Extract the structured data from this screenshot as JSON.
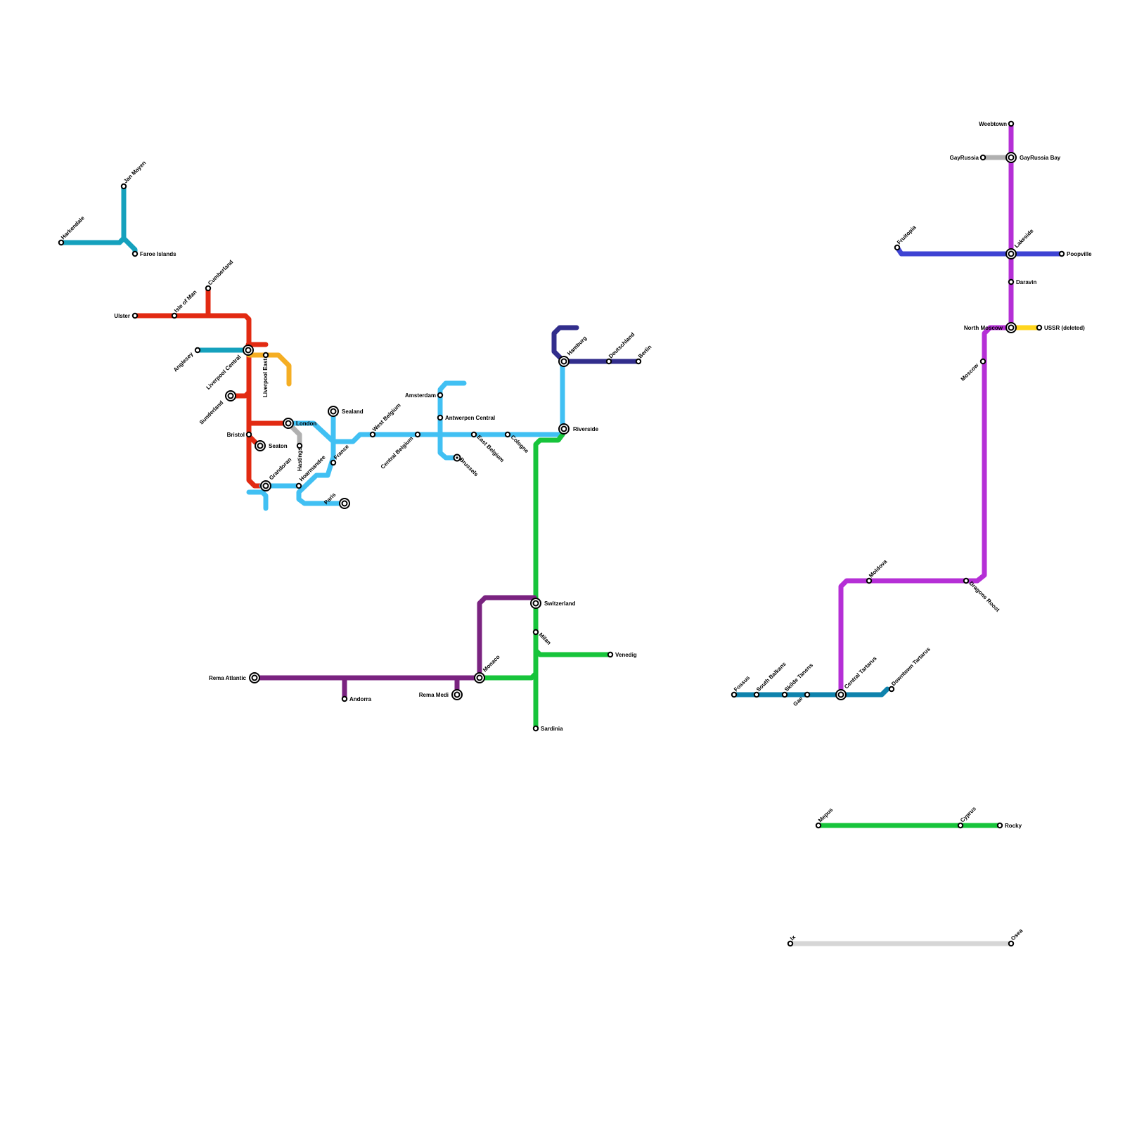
{
  "map": {
    "colors": {
      "red": "#e22a12",
      "teal": "#15a1bd",
      "orange": "#f5ae23",
      "grey": "#b0b0b0",
      "lightblue": "#41c0f3",
      "navy": "#322e8c",
      "green": "#17c43b",
      "purple": "#7a2380",
      "magenta": "#b52fd6",
      "blue": "#3e43d3",
      "yellow": "#ffd51e",
      "steel": "#0f83ad",
      "lightgrey": "#d6d6d6",
      "brown": "#a07040"
    },
    "lines": [
      {
        "color": "teal",
        "icon": "line-teal-north"
      },
      {
        "color": "red",
        "icon": "line-red"
      },
      {
        "color": "teal",
        "icon": "line-teal-anglesey"
      },
      {
        "color": "orange",
        "icon": "line-orange"
      },
      {
        "color": "grey",
        "icon": "line-grey-hastings"
      },
      {
        "color": "lightblue",
        "icon": "line-lightblue"
      },
      {
        "color": "navy",
        "icon": "line-navy"
      },
      {
        "color": "green",
        "icon": "line-green-italy"
      },
      {
        "color": "purple",
        "icon": "line-purple"
      },
      {
        "color": "magenta",
        "icon": "line-magenta"
      },
      {
        "color": "grey",
        "icon": "line-grey-gayrussia"
      },
      {
        "color": "blue",
        "icon": "line-blue"
      },
      {
        "color": "yellow",
        "icon": "line-yellow"
      },
      {
        "color": "steel",
        "icon": "line-steel"
      },
      {
        "color": "green",
        "icon": "line-green-cyprus"
      },
      {
        "color": "lightgrey",
        "icon": "line-lightgrey"
      }
    ],
    "stations": [
      {
        "name": "Harkendale"
      },
      {
        "name": "Jan Mayen"
      },
      {
        "name": "Faroe Islands"
      },
      {
        "name": "Ulster"
      },
      {
        "name": "Isle of Man"
      },
      {
        "name": "Cumberland"
      },
      {
        "name": "Anglesey"
      },
      {
        "name": "Liverpool Central"
      },
      {
        "name": "Liverpool East"
      },
      {
        "name": "Sunderland"
      },
      {
        "name": "London"
      },
      {
        "name": "Bristol"
      },
      {
        "name": "Seaton"
      },
      {
        "name": "Hastings"
      },
      {
        "name": "Grandoran"
      },
      {
        "name": "Hoarmandee"
      },
      {
        "name": "Sealand"
      },
      {
        "name": "France"
      },
      {
        "name": "Paris"
      },
      {
        "name": "West Belgium"
      },
      {
        "name": "Central Belgium"
      },
      {
        "name": "Amsterdam"
      },
      {
        "name": "Antwerpen Central"
      },
      {
        "name": "Brussels"
      },
      {
        "name": "East Belgium"
      },
      {
        "name": "Cologne"
      },
      {
        "name": "Riverside"
      },
      {
        "name": "Hamburg"
      },
      {
        "name": "Deutschland"
      },
      {
        "name": "Berlin"
      },
      {
        "name": "Switzerland"
      },
      {
        "name": "Milan"
      },
      {
        "name": "Venedig"
      },
      {
        "name": "Sardinia"
      },
      {
        "name": "Monaco"
      },
      {
        "name": "Rema Medi"
      },
      {
        "name": "Rema Atlantic"
      },
      {
        "name": "Andorra"
      },
      {
        "name": "Weebtown"
      },
      {
        "name": "GayRussia"
      },
      {
        "name": "GayRussia Bay"
      },
      {
        "name": "Fruitopia"
      },
      {
        "name": "Lakeside"
      },
      {
        "name": "Poopville"
      },
      {
        "name": "Daravin"
      },
      {
        "name": "North Moscow"
      },
      {
        "name": "USSR (deleted)"
      },
      {
        "name": "Moscow"
      },
      {
        "name": "Moldova"
      },
      {
        "name": "Dragons Roost"
      },
      {
        "name": "Fossus"
      },
      {
        "name": "South Balkans"
      },
      {
        "name": "Skilde Tanens"
      },
      {
        "name": "Gae"
      },
      {
        "name": "Central Tartarus"
      },
      {
        "name": "Downtown Tartarus"
      },
      {
        "name": "Mepus"
      },
      {
        "name": "Cyprus"
      },
      {
        "name": "Rocky"
      },
      {
        "name": "Ix"
      },
      {
        "name": "Osea"
      }
    ]
  }
}
